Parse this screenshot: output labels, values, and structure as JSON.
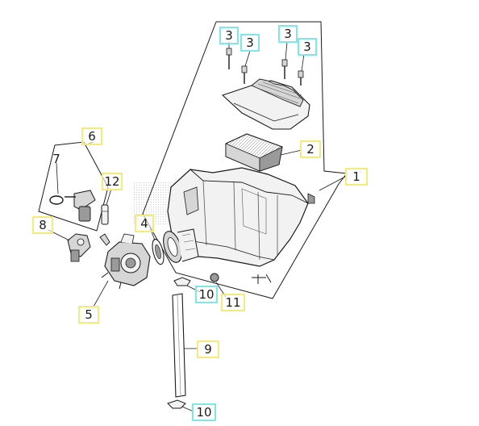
{
  "colors": {
    "line": "#1a1a1a",
    "fill_light": "#f2f2f2",
    "fill_mid": "#d6d6d6",
    "fill_dark": "#9a9a9a",
    "label_border_yellow": "#f3ec7a",
    "label_border_cyan": "#7fe6ea"
  },
  "labels": {
    "p1": "1",
    "p2": "2",
    "p3a": "3",
    "p3b": "3",
    "p3c": "3",
    "p3d": "3",
    "p4": "4",
    "p5": "5",
    "p6": "6",
    "p7": "7",
    "p8": "8",
    "p9": "9",
    "p10a": "10",
    "p10b": "10",
    "p11": "11",
    "p12": "12"
  }
}
